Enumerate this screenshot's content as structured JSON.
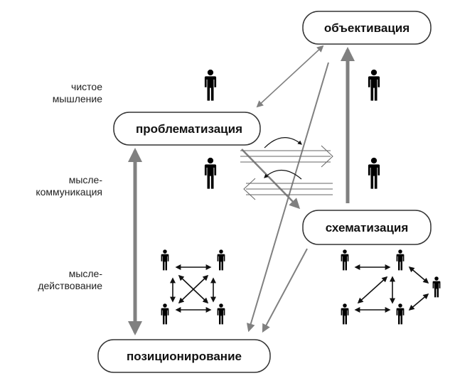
{
  "nodes": {
    "objectivation": "объективация",
    "problematization": "проблематизация",
    "schematization": "схематизация",
    "positioning": "позиционирование"
  },
  "side_labels": {
    "pure_thinking": [
      "чистое",
      "мышление"
    ],
    "thought_communication": [
      "мысле-",
      "коммуникация"
    ],
    "thought_action": [
      "мысле-",
      "действование"
    ]
  },
  "colors": {
    "box_stroke": "#333333",
    "arrow_gray": "#808080",
    "arrow_dark": "#333333",
    "figure": "#000000"
  }
}
